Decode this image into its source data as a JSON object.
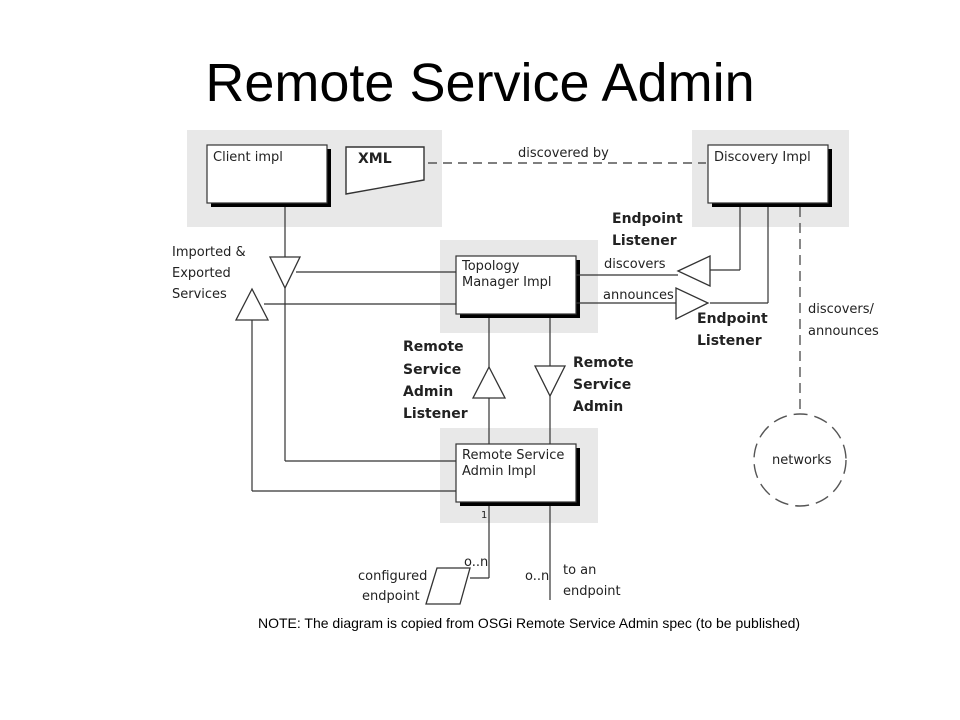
{
  "title": "Remote Service Admin",
  "note": "NOTE: The diagram is copied from OSGi Remote Service Admin spec (to be published)",
  "diagram": {
    "nodes": {
      "client": "Client impl",
      "xml": "XML",
      "discovery": "Discovery Impl",
      "topology": [
        "Topology",
        "Manager Impl"
      ],
      "rsa": [
        "Remote Service",
        "Admin Impl"
      ],
      "networks": "networks"
    },
    "labels": {
      "discovered_by": "discovered by",
      "imported_exported": [
        "Imported &",
        "Exported",
        "Services"
      ],
      "endpoint_listener_top": [
        "Endpoint",
        "Listener"
      ],
      "endpoint_listener_bottom": [
        "Endpoint",
        "Listener"
      ],
      "discovers": "discovers",
      "announces": "announces",
      "discovers_announces": [
        "discovers/",
        "announces"
      ],
      "rsa_listener": [
        "Remote",
        "Service",
        "Admin",
        "Listener"
      ],
      "rsa_service": [
        "Remote",
        "Service",
        "Admin"
      ],
      "one": "1",
      "mult_left": "o..n",
      "mult_right": "o..n",
      "configured_endpoint": [
        "configured",
        "endpoint"
      ],
      "to_an_endpoint": [
        "to an",
        "endpoint"
      ]
    },
    "colors": {
      "panel": "#e8e8e8",
      "box_fill": "#ffffff",
      "line": "#333333",
      "shadow": "#000000"
    }
  }
}
